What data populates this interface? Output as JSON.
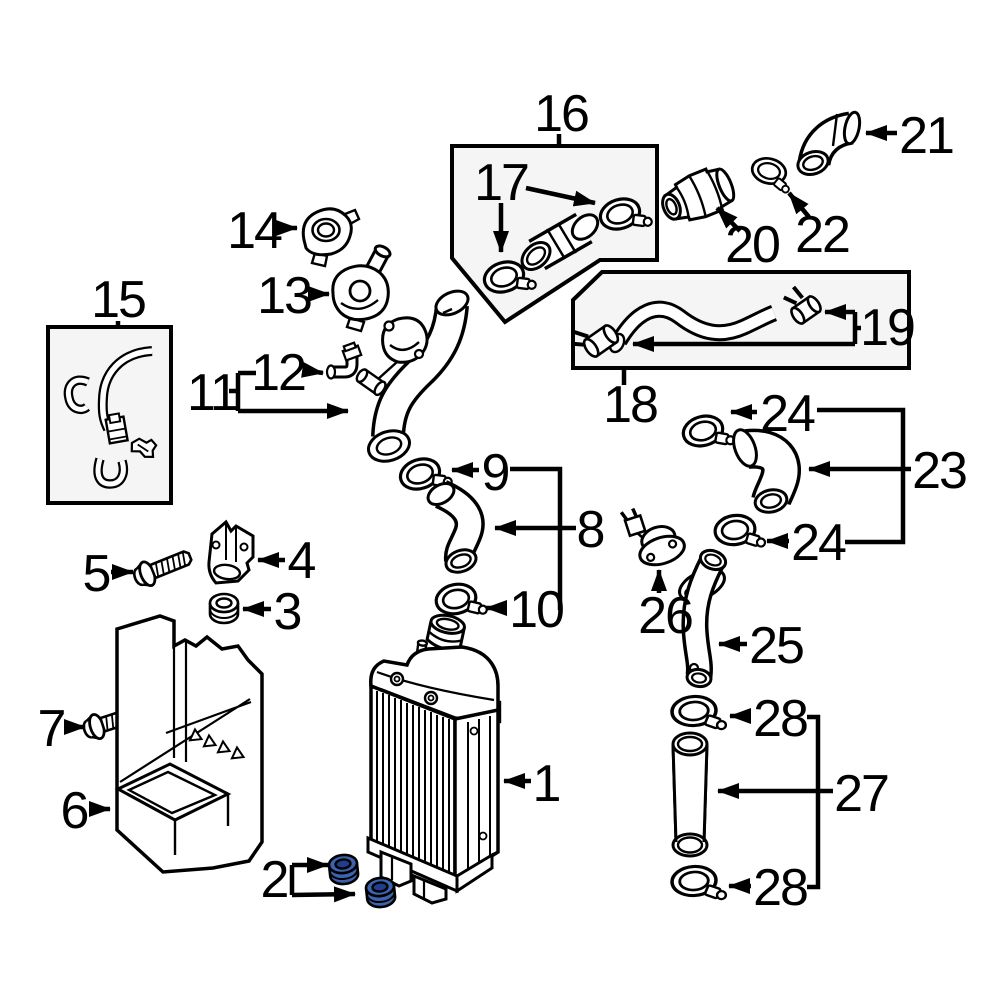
{
  "diagram": {
    "background": "#ffffff",
    "line_color": "#000000",
    "box_fill": "#f5f5f5",
    "highlight_color": "#3c63b0",
    "highlight_hole_color": "#1f3e8c",
    "labels": {
      "p1": "1",
      "p2": "2",
      "p3": "3",
      "p4": "4",
      "p5": "5",
      "p6": "6",
      "p7": "7",
      "p8": "8",
      "p9": "9",
      "p10": "10",
      "p11": "11",
      "p12": "12",
      "p13": "13",
      "p14": "14",
      "p15": "15",
      "p16": "16",
      "p17": "17",
      "p18": "18",
      "p19": "19",
      "p20": "20",
      "p21": "21",
      "p22": "22",
      "p23": "23",
      "p24a": "24",
      "p24b": "24",
      "p25": "25",
      "p26": "26",
      "p27": "27",
      "p28a": "28",
      "p28b": "28"
    }
  }
}
